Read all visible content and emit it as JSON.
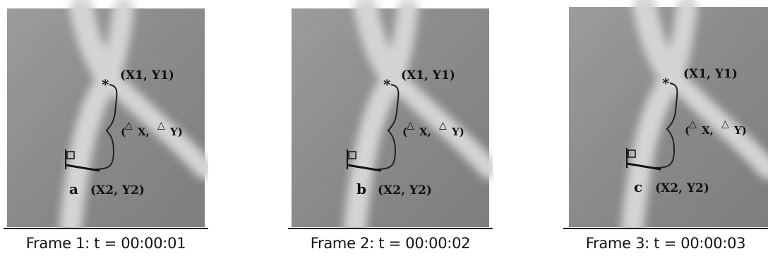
{
  "frames": [
    {
      "letter": "a",
      "caption": "Frame 1: t = 00:00:01",
      "point1": "(X1, Y1)",
      "point2": "(X2, Y2)",
      "delta_x": "X,",
      "delta_y": "Y)",
      "delta_open": "("
    },
    {
      "letter": "b",
      "caption": "Frame 2: t = 00:00:02",
      "point1": "(X1, Y1)",
      "point2": "(X2, Y2)",
      "delta_x": "X,",
      "delta_y": "Y)",
      "delta_open": "("
    },
    {
      "letter": "c",
      "caption": "Frame 3: t = 00:00:03",
      "point1": "(X1, Y1)",
      "point2": "(X2, Y2)",
      "delta_x": "X,",
      "delta_y": "Y)",
      "delta_open": "("
    }
  ],
  "delta_glyph": "△"
}
